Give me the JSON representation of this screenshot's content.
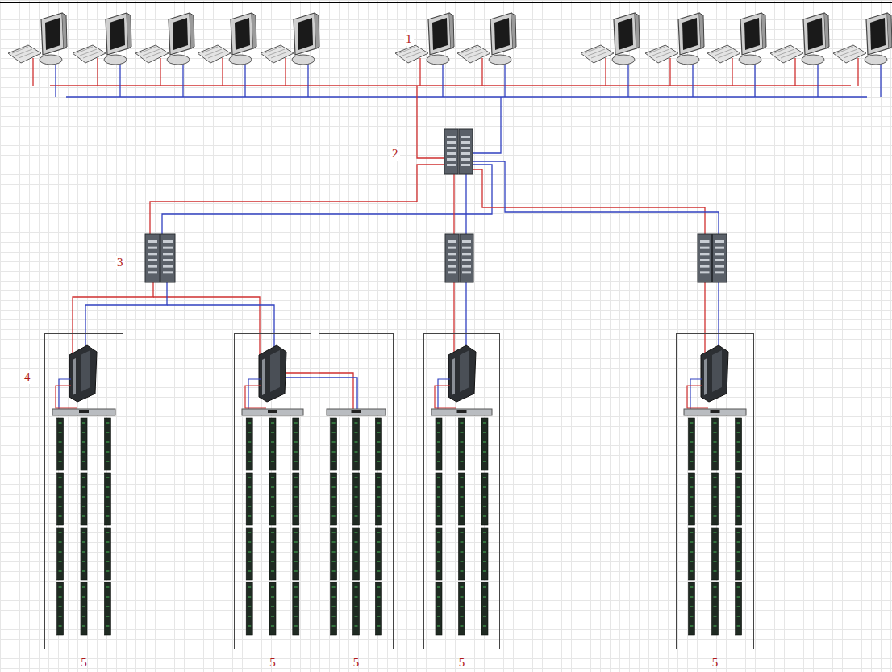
{
  "diagram": {
    "nodes": [
      {
        "text": [
          "5"
        ]
      },
      {
        "text": [
          "5"
        ]
      },
      {
        "text": [
          "5"
        ]
      },
      {
        "text": [
          "5"
        ]
      },
      {
        "text": [
          "5"
        ]
      }
    ],
    "edges": [
      {
        "from": 1,
        "to": 2,
        "arrow": "none"
      }
    ],
    "labels": [
      "1",
      "2",
      "3",
      "4"
    ]
  }
}
